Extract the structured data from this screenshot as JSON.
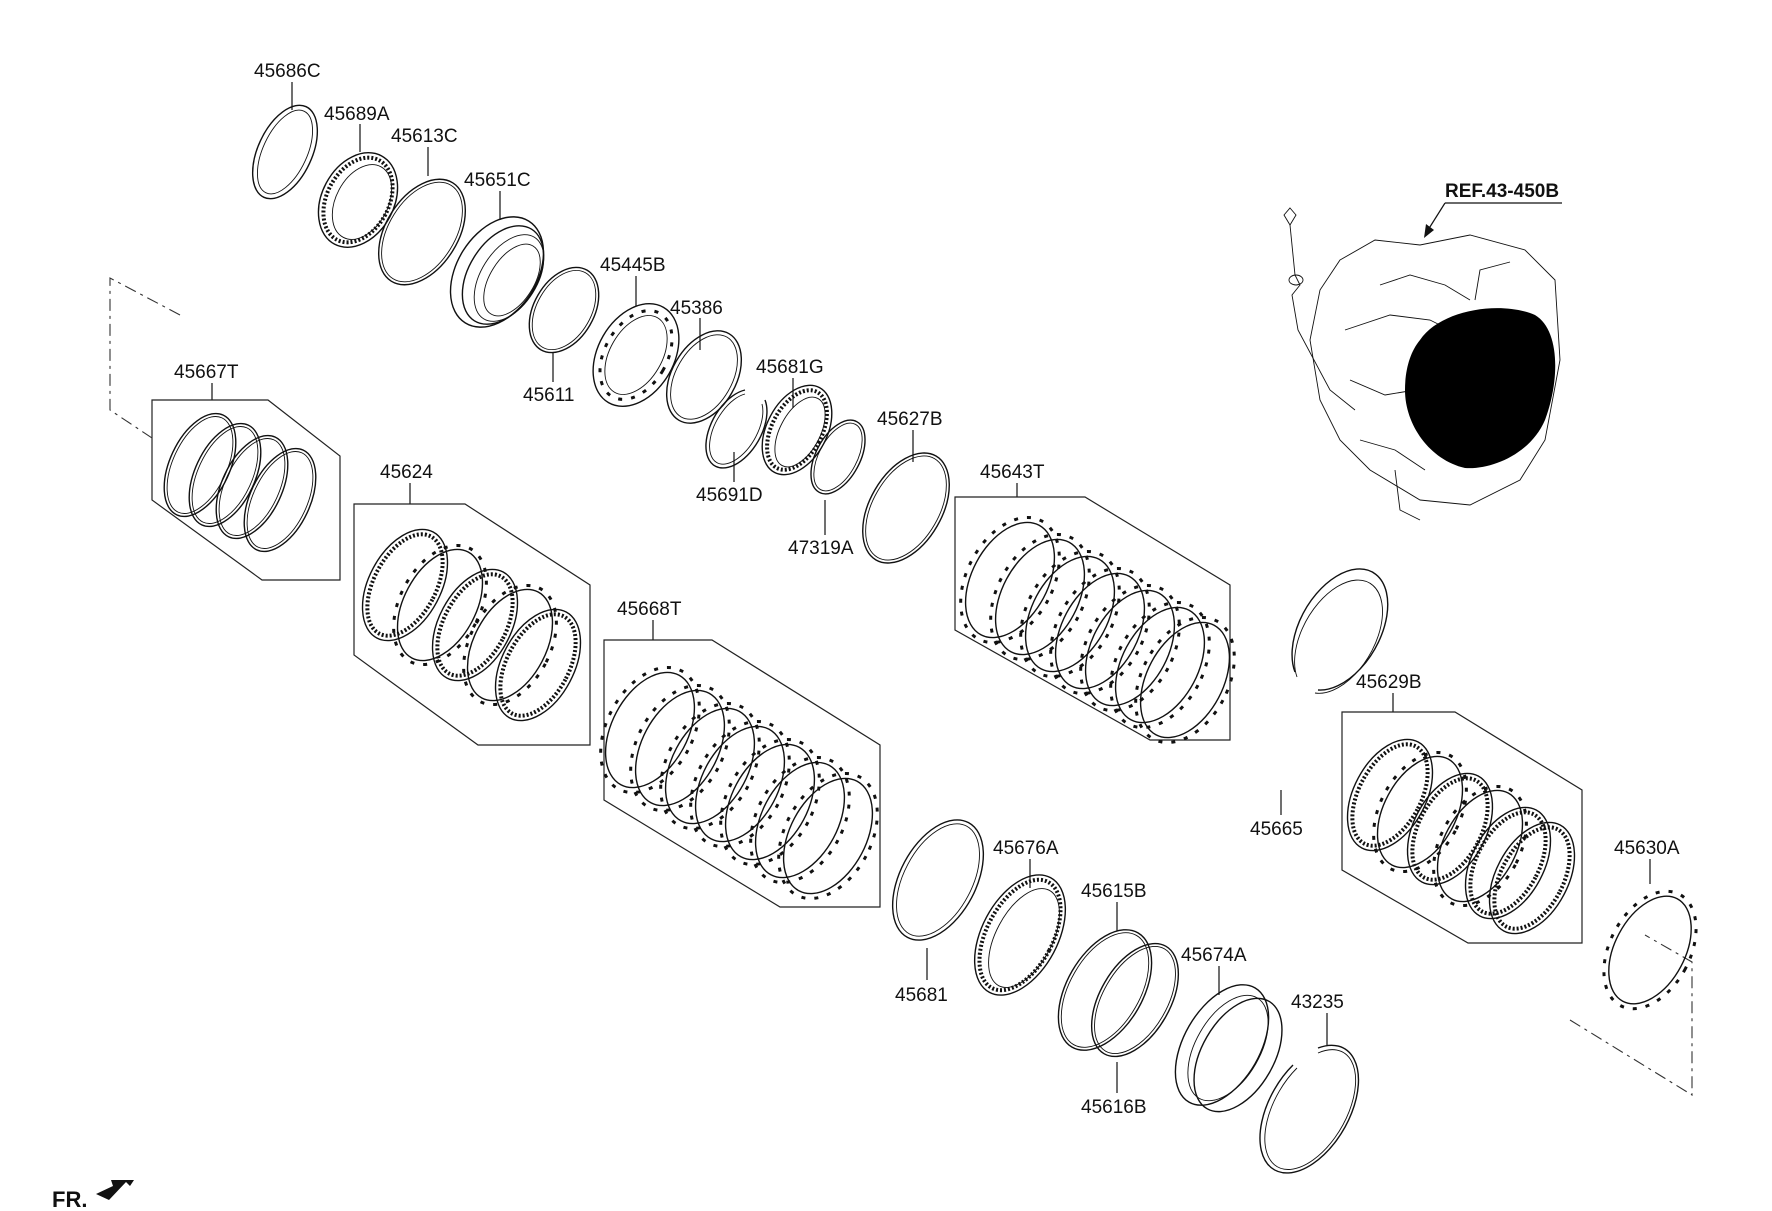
{
  "reference": "REF.43-450B",
  "front_marker": "FR.",
  "parts": [
    {
      "id": "p1",
      "number": "45686C"
    },
    {
      "id": "p2",
      "number": "45689A"
    },
    {
      "id": "p3",
      "number": "45613C"
    },
    {
      "id": "p4",
      "number": "45651C"
    },
    {
      "id": "p5",
      "number": "45611"
    },
    {
      "id": "p6",
      "number": "45445B"
    },
    {
      "id": "p7",
      "number": "45386"
    },
    {
      "id": "p8",
      "number": "45681G"
    },
    {
      "id": "p9",
      "number": "45691D"
    },
    {
      "id": "p10",
      "number": "45627B"
    },
    {
      "id": "p11",
      "number": "47319A"
    },
    {
      "id": "p12",
      "number": "45667T"
    },
    {
      "id": "p13",
      "number": "45624"
    },
    {
      "id": "p14",
      "number": "45668T"
    },
    {
      "id": "p15",
      "number": "45643T"
    },
    {
      "id": "p16",
      "number": "45665"
    },
    {
      "id": "p17",
      "number": "45629B"
    },
    {
      "id": "p18",
      "number": "45630A"
    },
    {
      "id": "p19",
      "number": "45676A"
    },
    {
      "id": "p20",
      "number": "45681"
    },
    {
      "id": "p21",
      "number": "45615B"
    },
    {
      "id": "p22",
      "number": "45674A"
    },
    {
      "id": "p23",
      "number": "45616B"
    },
    {
      "id": "p24",
      "number": "43235"
    }
  ]
}
